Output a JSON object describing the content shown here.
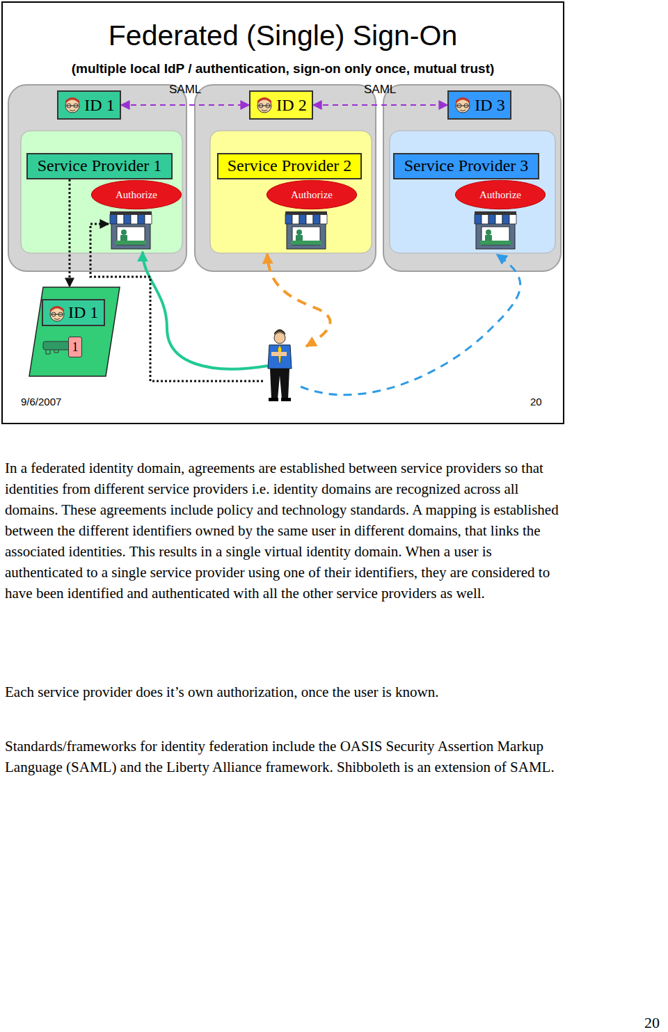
{
  "diagram": {
    "title": "Federated (Single) Sign-On",
    "nodes": [
      {
        "text": [
          "ID 1"
        ]
      },
      {
        "text": [
          "ID 2"
        ]
      },
      {
        "text": [
          "ID 3"
        ]
      },
      {
        "text": [
          "Service Provider 1"
        ]
      },
      {
        "text": [
          "Authorize"
        ]
      },
      {
        "text": [
          "Service Provider 2"
        ]
      },
      {
        "text": [
          "Authorize"
        ]
      },
      {
        "text": [
          "Service Provider 3"
        ]
      },
      {
        "text": [
          "Authorize"
        ]
      },
      {
        "text": [
          "ID 1"
        ]
      },
      {
        "text": [
          "1"
        ],
        "in": 9
      }
    ],
    "edges": [
      {
        "from": 0,
        "to": 1,
        "arrow": "both",
        "label": "SAML"
      },
      {
        "from": 1,
        "to": 2,
        "arrow": "both",
        "label": "SAML"
      },
      {
        "from": 3,
        "to": 9,
        "arrow": "to"
      }
    ],
    "labels": [
      "(multiple local IdP / authentication, sign-on only once, mutual trust)",
      "9/6/2007",
      "20",
      "In a federated identity domain, agreements are established between service providers so that identities from different service providers i.e. identity domains are recognized across all domains. These agreements include policy and technology standards. A mapping is established between the different identifiers owned by the same user in different domains, that links the associated identities. This results in a single virtual identity domain. When a user is authenticated to a single service provider using one of their identifiers, they are considered to have been identified and authenticated with all the other service providers as well.",
      "Each service provider does it’s own authorization, once the user is known.",
      "Standards/frameworks for identity federation include the OASIS Security Assertion Markup Language (SAML) and the Liberty Alliance framework. Shibboleth is an extension of SAML.",
      "20"
    ]
  }
}
